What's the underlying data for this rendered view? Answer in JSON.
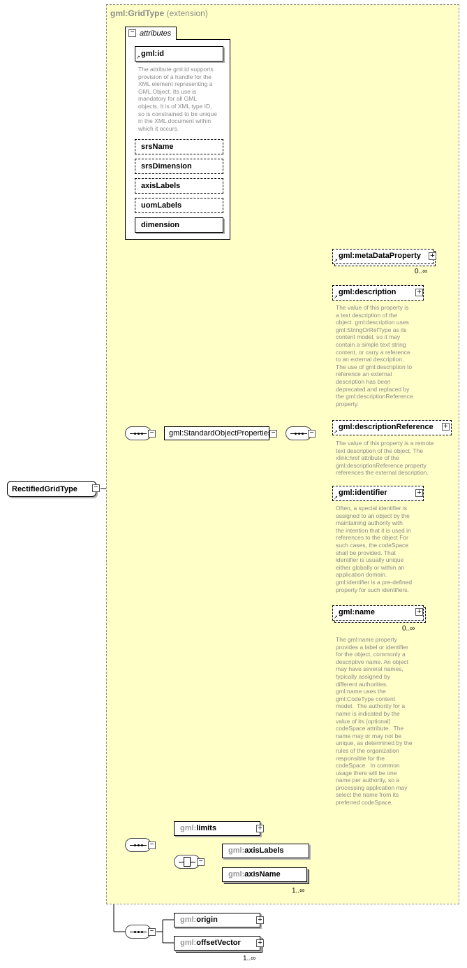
{
  "extension": {
    "name": "gml:GridType",
    "suffix": "(extension)"
  },
  "attributes": {
    "tab_label": "attributes",
    "items": [
      {
        "name": "gml:id",
        "doc": "The attribute gml:id supports\nprovision of a handle for the\nXML element representing a\nGML Object. Its use is\nmandatory for all GML\nobjects. It is of XML type ID,\nso is constrained to be unique\nin the XML document within\nwhich it occurs."
      },
      {
        "name": "srsName"
      },
      {
        "name": "srsDimension"
      },
      {
        "name": "axisLabels"
      },
      {
        "name": "uomLabels"
      },
      {
        "name": "dimension"
      }
    ]
  },
  "root": {
    "name": "RectifiedGridType"
  },
  "group": {
    "name": "gml:StandardObjectProperties"
  },
  "properties": [
    {
      "name": "gml:metaDataProperty",
      "cardinality": "0..∞"
    },
    {
      "name": "gml:description",
      "doc": "The value of this property is\na text description of the\nobject. gml:description uses\ngml:StringOrRefType as its\ncontent model, so it may\ncontain a simple text string\ncontent, or carry a reference\nto an external description.\nThe use of gml:description to\nreference an external\ndescription has been\ndeprecated and replaced by\nthe gml:descriptionReference\nproperty."
    },
    {
      "name": "gml:descriptionReference",
      "doc": "The value of this property is a remote\ntext description of the object. The\nxlink:href attribute of the\ngml:descriptionReference property\nreferences the external description."
    },
    {
      "name": "gml:identifier",
      "doc": "Often, a special identifier is\nassigned to an object by the\nmaintaining authority with\nthe intention that it is used in\nreferences to the object For\nsuch cases, the codeSpace\nshall be provided. That\nidentifier is usually unique\neither globally or within an\napplication domain.\ngml:identifier is a pre-defined\nproperty for such identifiers."
    },
    {
      "name": "gml:name",
      "cardinality": "0..∞",
      "doc": "The gml:name property\nprovides a label or identifier\nfor the object, commonly a\ndescriptive name. An object\nmay have several names,\ntypically assigned by\ndifferent authorities.\ngml:name uses the\ngml:CodeType content\nmodel.  The authority for a\nname is indicated by the\nvalue of its (optional)\ncodeSpace attribute.  The\nname may or may not be\nunique, as determined by the\nrules of the organization\nresponsible for the\ncodeSpace.  In common\nusage there will be one\nname per authority, so a\nprocessing application may\nselect the name from its\npreferred codeSpace."
    }
  ],
  "grid_elements": {
    "limits": {
      "prefix": "gml:",
      "local": "limits"
    },
    "axisLabels": {
      "prefix": "gml:",
      "local": "axisLabels"
    },
    "axisName": {
      "prefix": "gml:",
      "local": "axisName",
      "cardinality": "1..∞"
    }
  },
  "rectified_elements": {
    "origin": {
      "prefix": "gml:",
      "local": "origin"
    },
    "offsetVector": {
      "prefix": "gml:",
      "local": "offsetVector",
      "cardinality": "1..∞"
    }
  }
}
